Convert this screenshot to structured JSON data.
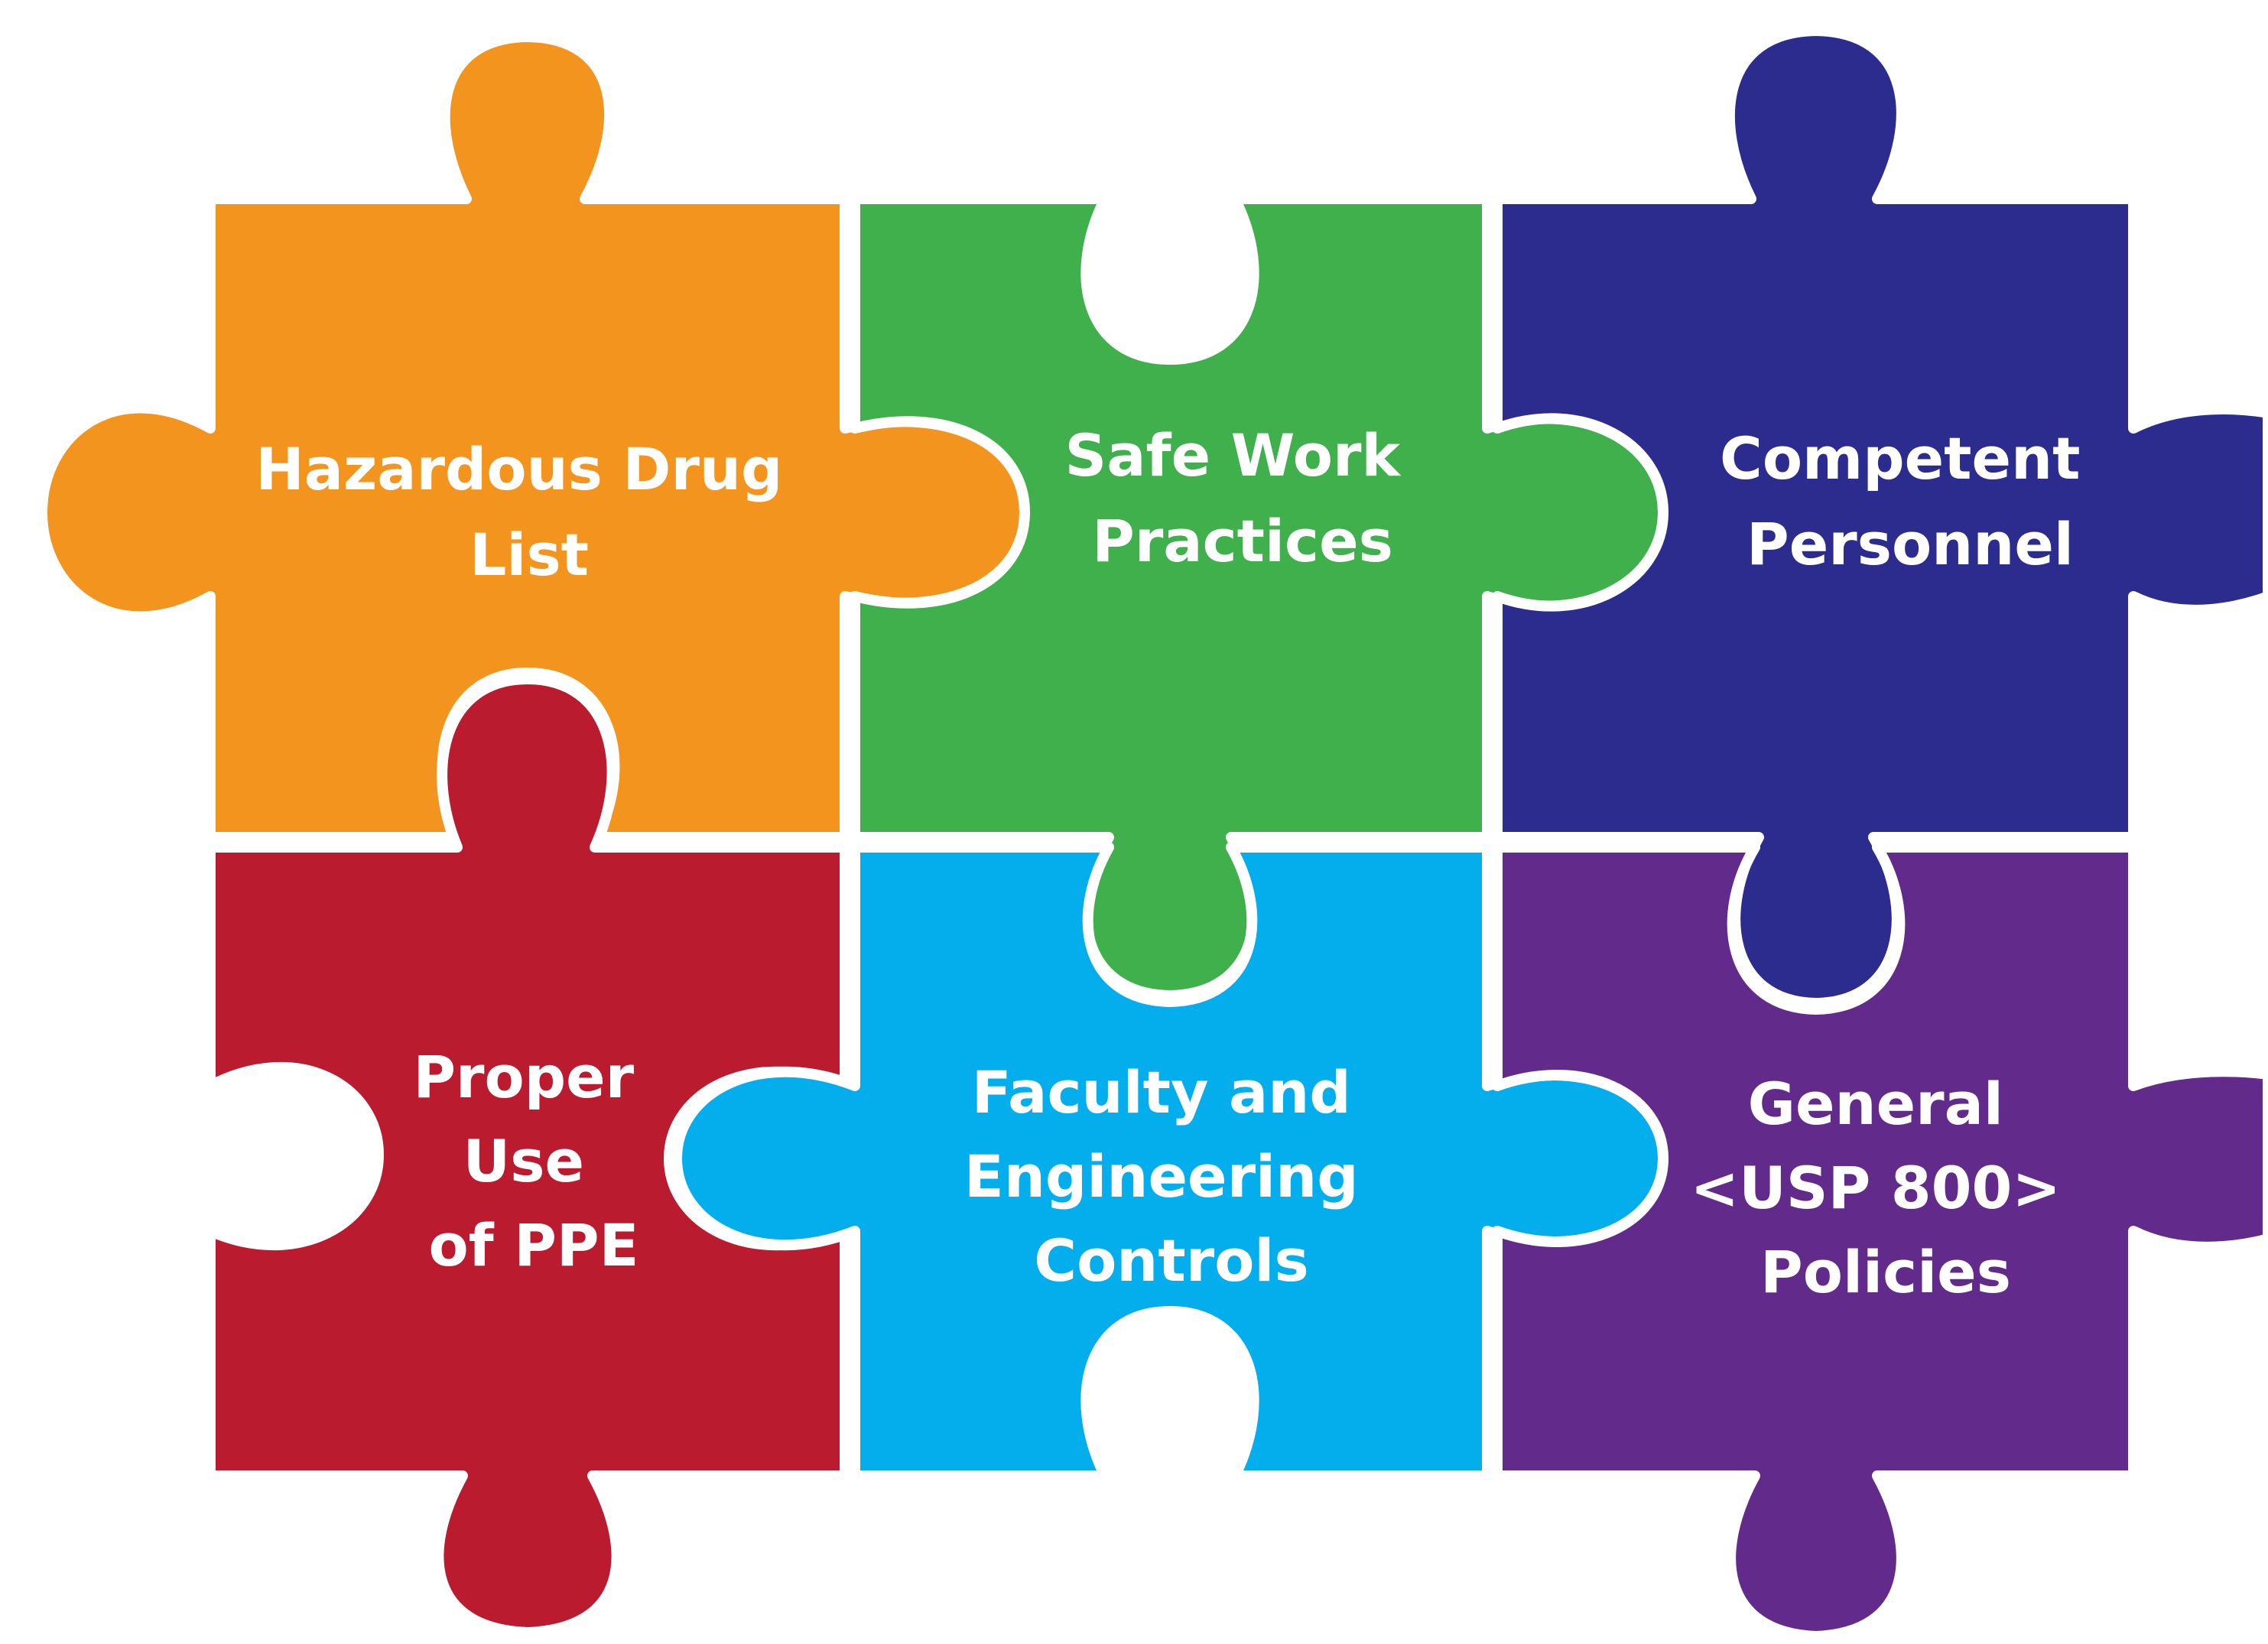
{
  "pieces": [
    {
      "id": "hazardous-drug-list",
      "color": "#F3941F",
      "lines": [
        "Hazardous Drug",
        "List"
      ]
    },
    {
      "id": "safe-work-practices",
      "color": "#3FB04C",
      "lines": [
        "Safe Work",
        "Practices"
      ]
    },
    {
      "id": "competent-personnel",
      "color": "#2B2C8E",
      "lines": [
        "Competent",
        "Personnel"
      ]
    },
    {
      "id": "proper-use-of-ppe",
      "color": "#BA1B2F",
      "lines": [
        "Proper",
        "Use",
        "of PPE"
      ]
    },
    {
      "id": "faculty-and-engineering-controls",
      "color": "#04ADEB",
      "lines": [
        "Faculty and",
        "Engineering",
        "Controls"
      ]
    },
    {
      "id": "general-usp-800-policies",
      "color": "#612A8B",
      "lines": [
        "General",
        "<USP 800>",
        "Policies"
      ]
    }
  ]
}
